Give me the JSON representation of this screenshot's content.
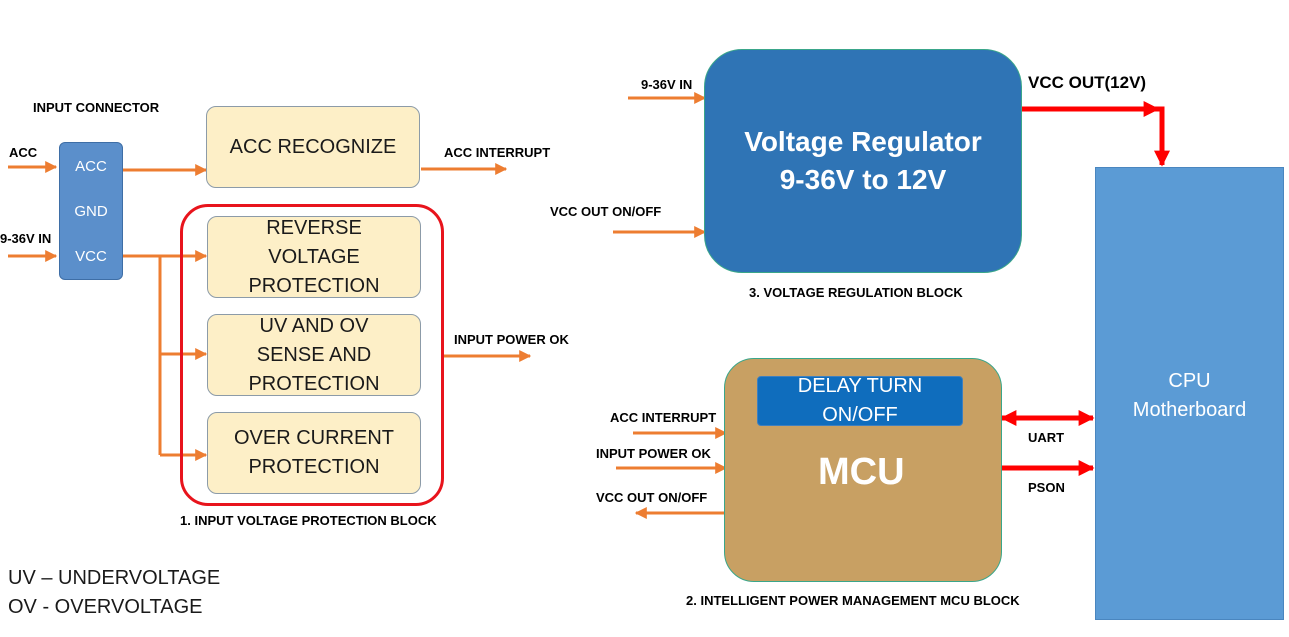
{
  "colors": {
    "orange_wire": "#ed7d31",
    "red_wire": "#ff0000",
    "cream_block": "#fdefc7",
    "connector_blue": "#5b8fcb",
    "regulator_blue": "#2f74b5",
    "mcu_tan": "#c8a063",
    "delay_blue": "#0f6dbd",
    "cpu_blue": "#5b9bd5",
    "protection_frame": "#e8141c"
  },
  "input_section": {
    "connector_title": "INPUT CONNECTOR",
    "acc_in_label": "ACC",
    "vin_label": "9-36V IN",
    "connector_pins": [
      "ACC",
      "GND",
      "VCC"
    ],
    "acc_recognize": "ACC RECOGNIZE",
    "acc_interrupt_out": "ACC INTERRUPT",
    "reverse_voltage": "REVERSE VOLTAGE PROTECTION",
    "uv_ov": "UV AND OV SENSE AND PROTECTION",
    "over_current": "OVER CURRENT PROTECTION",
    "input_power_ok_out": "INPUT POWER OK",
    "block_caption": "1. INPUT VOLTAGE PROTECTION BLOCK"
  },
  "regulator_section": {
    "vin_label": "9-36V IN",
    "vcc_on_off_label": "VCC OUT ON/OFF",
    "title_line1": "Voltage Regulator",
    "title_line2": "9-36V to 12V",
    "vcc_out_label": "VCC OUT(12V)",
    "block_caption": "3. VOLTAGE REGULATION BLOCK"
  },
  "mcu_section": {
    "delay_label": "DELAY TURN ON/OFF",
    "mcu_label": "MCU",
    "acc_interrupt_in": "ACC INTERRUPT",
    "input_power_ok_in": "INPUT POWER OK",
    "vcc_on_off_out": "VCC OUT ON/OFF",
    "uart_label": "UART",
    "pson_label": "PSON",
    "block_caption": "2. INTELLIGENT POWER MANAGEMENT MCU BLOCK"
  },
  "cpu_section": {
    "label": "CPU Motherboard"
  },
  "legend": {
    "uv": "UV – UNDERVOLTAGE",
    "ov": "OV - OVERVOLTAGE"
  }
}
